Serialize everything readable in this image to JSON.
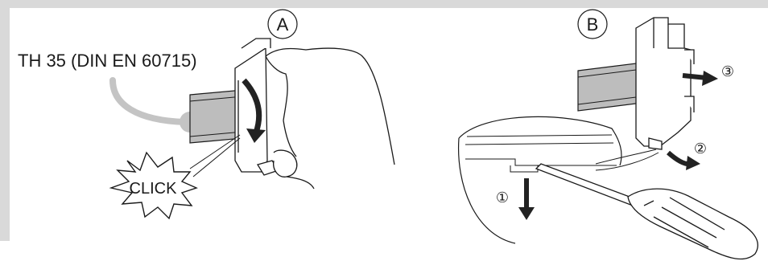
{
  "panels": [
    {
      "id": "A",
      "marker": "A"
    },
    {
      "id": "B",
      "marker": "B"
    }
  ],
  "rail_label": "TH 35 (DIN EN 60715)",
  "click_label": "CLICK",
  "steps": [
    "①",
    "②",
    "③"
  ],
  "colors": {
    "frame": "#d9d9d9",
    "rail": "#bdbdbd",
    "callout_line": "#c4c4c4",
    "ink": "#1a1a1a",
    "arrow": "#222222"
  }
}
